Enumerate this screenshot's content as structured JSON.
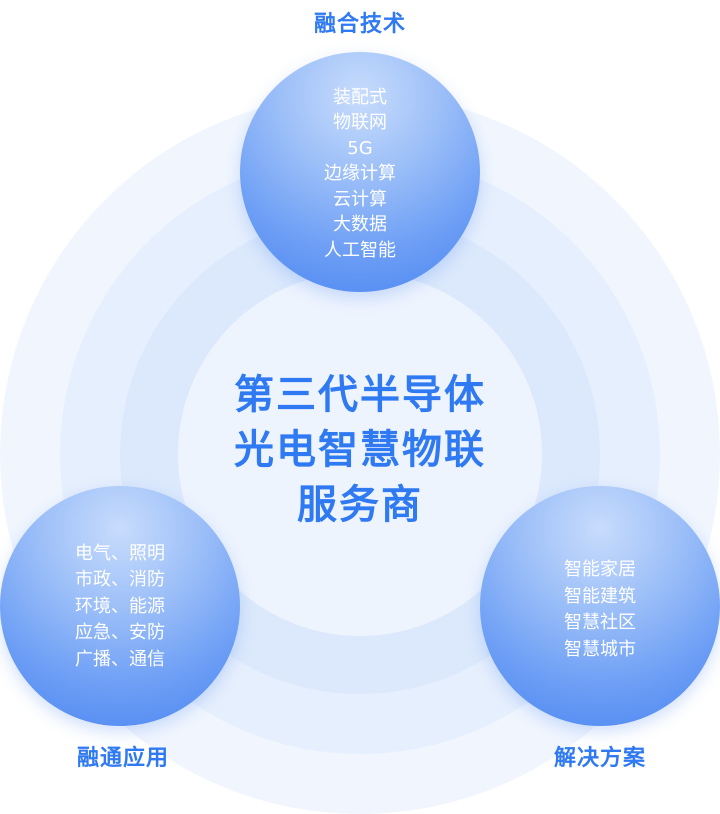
{
  "center": {
    "lines": [
      "第三代半导体",
      "光电智慧物联",
      "服务商"
    ]
  },
  "top": {
    "label": "融合技术",
    "items": [
      "装配式",
      "物联网",
      "5G",
      "边缘计算",
      "云计算",
      "大数据",
      "人工智能"
    ]
  },
  "left": {
    "label": "融通应用",
    "items": [
      "电气、照明",
      "市政、消防",
      "环境、能源",
      "应急、安防",
      "广播、通信"
    ]
  },
  "right": {
    "label": "解决方案",
    "items": [
      "智能家居",
      "智能建筑",
      "智慧社区",
      "智慧城市"
    ]
  },
  "colors": {
    "accent_text": "#2f7af2",
    "bubble_light": "#c8dcfc",
    "bubble_dark": "#4a85f0",
    "ring_outer": "#f1f6fe",
    "ring_inner": "#dce9fc"
  }
}
